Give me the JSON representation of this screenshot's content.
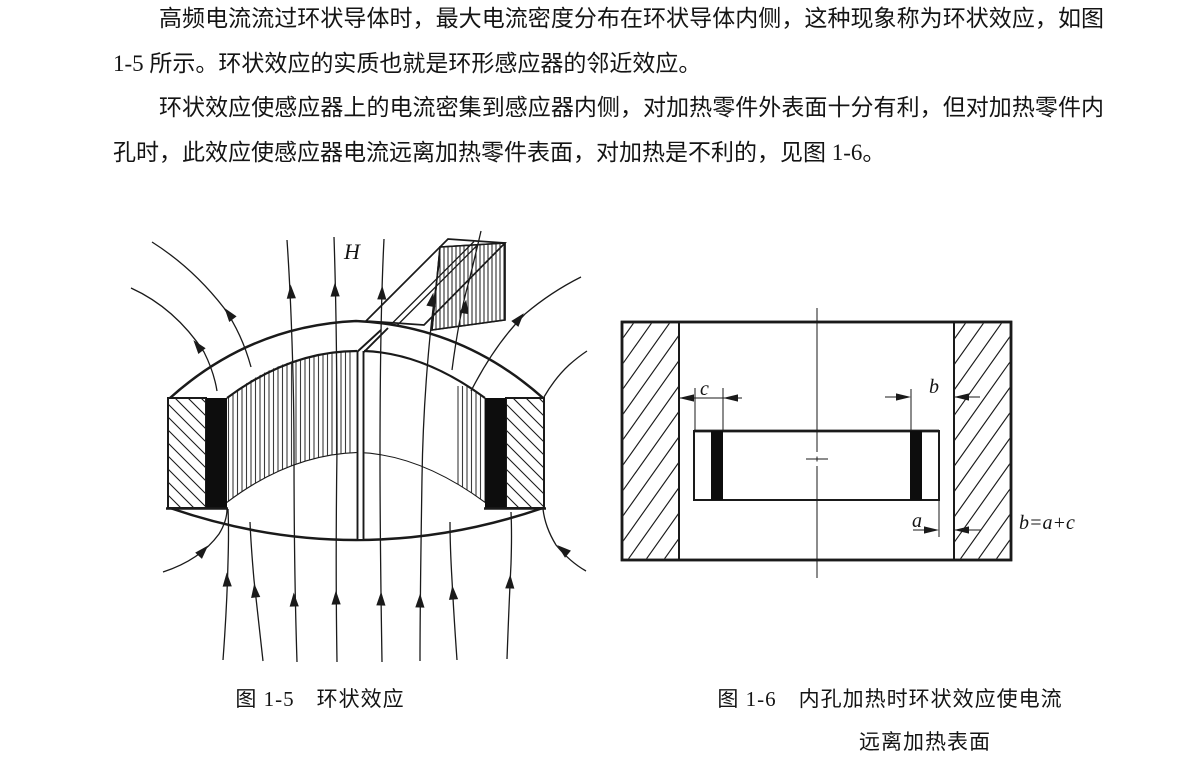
{
  "paragraphs": {
    "p1": "高频电流流过环状导体时，最大电流密度分布在环状导体内侧，这种现象称为环状效应，如图 1-5 所示。环状效应的实质也就是环形感应器的邻近效应。",
    "p2": "环状效应使感应器上的电流密集到感应器内侧，对加热零件外表面十分有利，但对加热零件内孔时，此效应使感应器电流远离加热零件表面，对加热是不利的，见图 1-6。"
  },
  "figure5": {
    "caption": "图 1-5　环状效应",
    "field_label": "H"
  },
  "figure6": {
    "caption_line1": "图 1-6　内孔加热时环状效应使电流",
    "caption_line2": "远离加热表面",
    "dim_c": "c",
    "dim_b": "b",
    "dim_a": "a",
    "formula": "b=a+c"
  }
}
